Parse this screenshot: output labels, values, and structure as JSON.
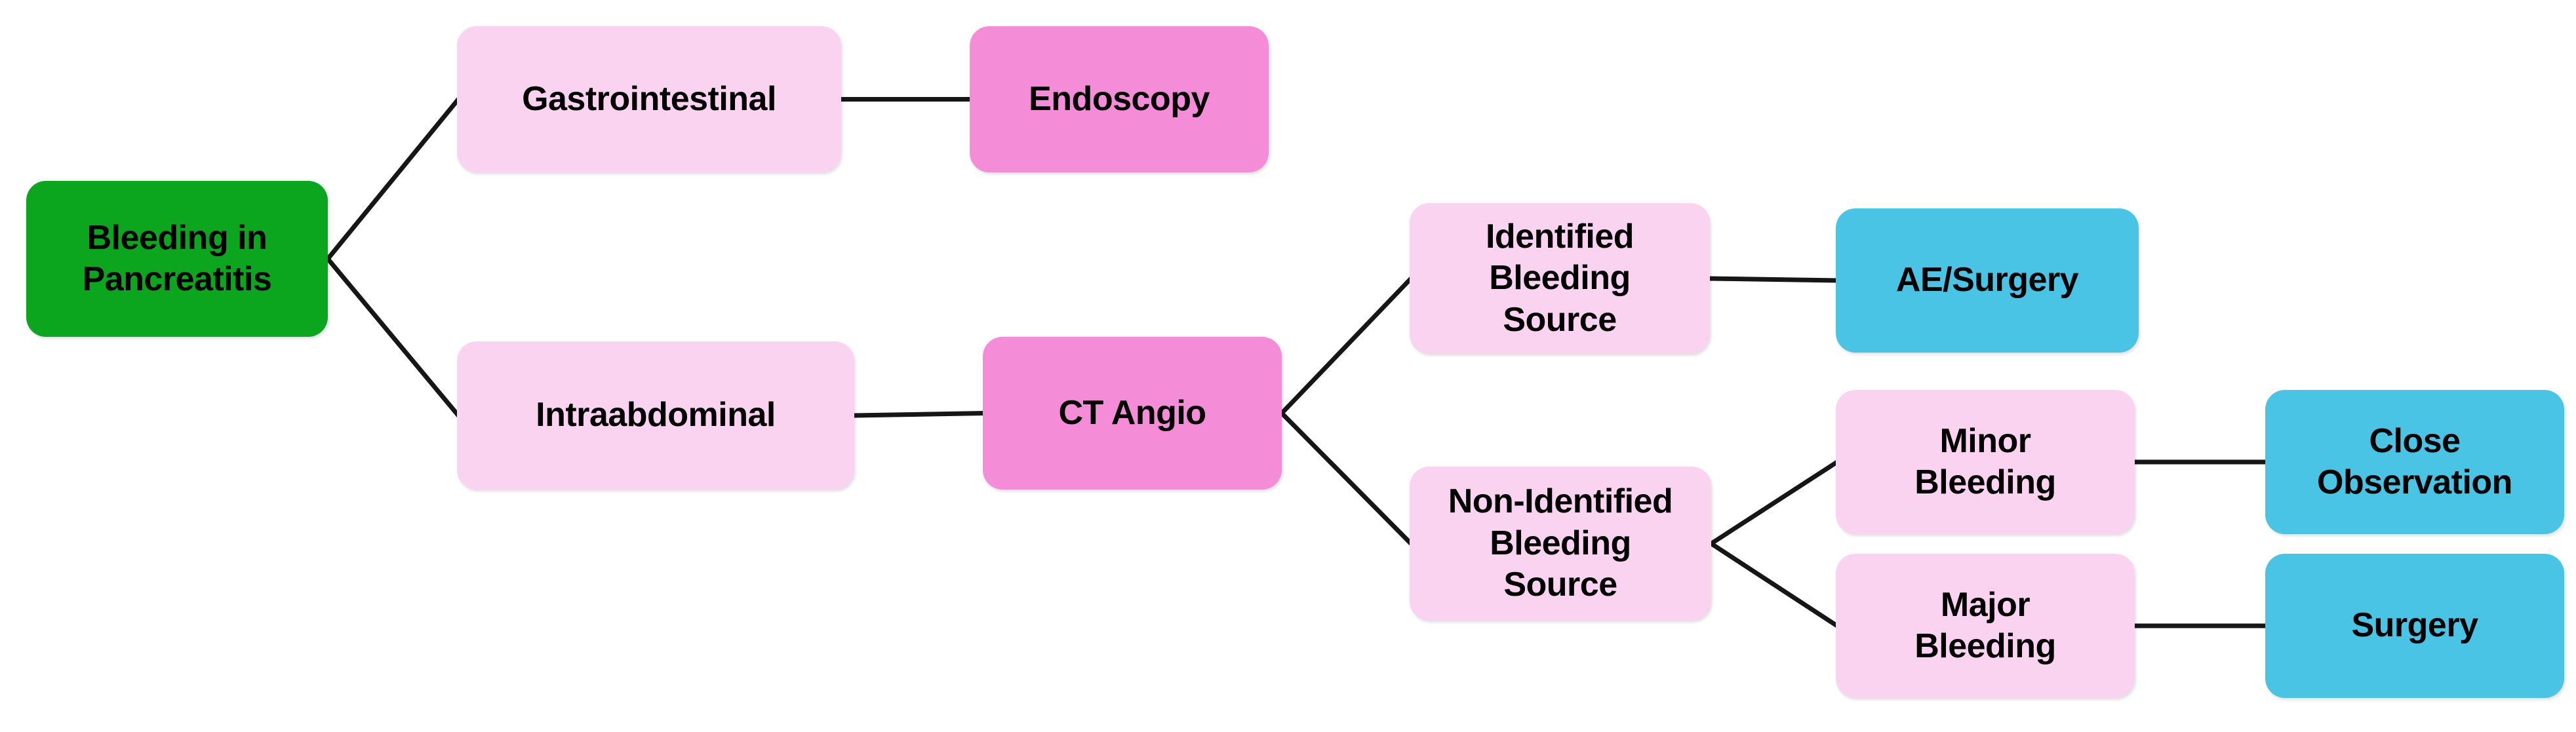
{
  "diagram": {
    "title": "Bleeding in Pancreatitis management flowchart",
    "colors": {
      "root_fill": "#0BA51E",
      "category_fill": "#F9D3EF",
      "procedure_fill": "#F48CD8",
      "outcome_fill": "#4AC4E4",
      "edge_stroke": "#161616",
      "text": "#000000",
      "background": "#FFFFFF"
    },
    "nodes": [
      {
        "id": "root",
        "label": "Bleeding in\nPancreatitis",
        "type": "root"
      },
      {
        "id": "gastrointestinal",
        "label": "Gastrointestinal",
        "type": "category"
      },
      {
        "id": "endoscopy",
        "label": "Endoscopy",
        "type": "procedure"
      },
      {
        "id": "intraabdominal",
        "label": "Intraabdominal",
        "type": "category"
      },
      {
        "id": "ct-angio",
        "label": "CT Angio",
        "type": "procedure"
      },
      {
        "id": "identified-source",
        "label": "Identified\nBleeding\nSource",
        "type": "category"
      },
      {
        "id": "ae-surgery",
        "label": "AE/Surgery",
        "type": "outcome"
      },
      {
        "id": "non-identified-source",
        "label": "Non-Identified\nBleeding\nSource",
        "type": "category"
      },
      {
        "id": "minor-bleeding",
        "label": "Minor\nBleeding",
        "type": "category"
      },
      {
        "id": "close-observation",
        "label": "Close\nObservation",
        "type": "outcome"
      },
      {
        "id": "major-bleeding",
        "label": "Major\nBleeding",
        "type": "category"
      },
      {
        "id": "surgery",
        "label": "Surgery",
        "type": "outcome"
      }
    ],
    "edges": [
      {
        "from": "root",
        "to": "gastrointestinal"
      },
      {
        "from": "root",
        "to": "intraabdominal"
      },
      {
        "from": "gastrointestinal",
        "to": "endoscopy"
      },
      {
        "from": "intraabdominal",
        "to": "ct-angio"
      },
      {
        "from": "ct-angio",
        "to": "identified-source"
      },
      {
        "from": "ct-angio",
        "to": "non-identified-source"
      },
      {
        "from": "identified-source",
        "to": "ae-surgery"
      },
      {
        "from": "non-identified-source",
        "to": "minor-bleeding"
      },
      {
        "from": "non-identified-source",
        "to": "major-bleeding"
      },
      {
        "from": "minor-bleeding",
        "to": "close-observation"
      },
      {
        "from": "major-bleeding",
        "to": "surgery"
      }
    ]
  }
}
